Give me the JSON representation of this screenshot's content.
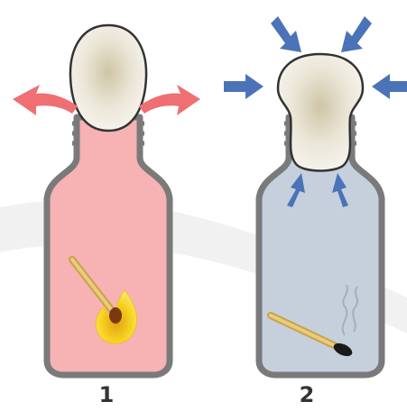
{
  "panels": [
    {
      "label": "1"
    },
    {
      "label": "2"
    }
  ],
  "icons": [
    "hot-air-out-arrow",
    "air-pressure-in-arrow",
    "burning-match-icon",
    "burnt-match-icon",
    "egg-icon",
    "bottle-icon",
    "smoke-icon"
  ],
  "colors": {
    "hot_bottle_fill": "#f7b2b4",
    "cool_bottle_fill": "#c5d0dc",
    "bottle_outline": "#7a7a7a",
    "outflow_arrow": "#ef6f73",
    "pressure_arrow": "#4a73b8",
    "flame": "#f7d21e",
    "egg": "#ebe6d8"
  }
}
